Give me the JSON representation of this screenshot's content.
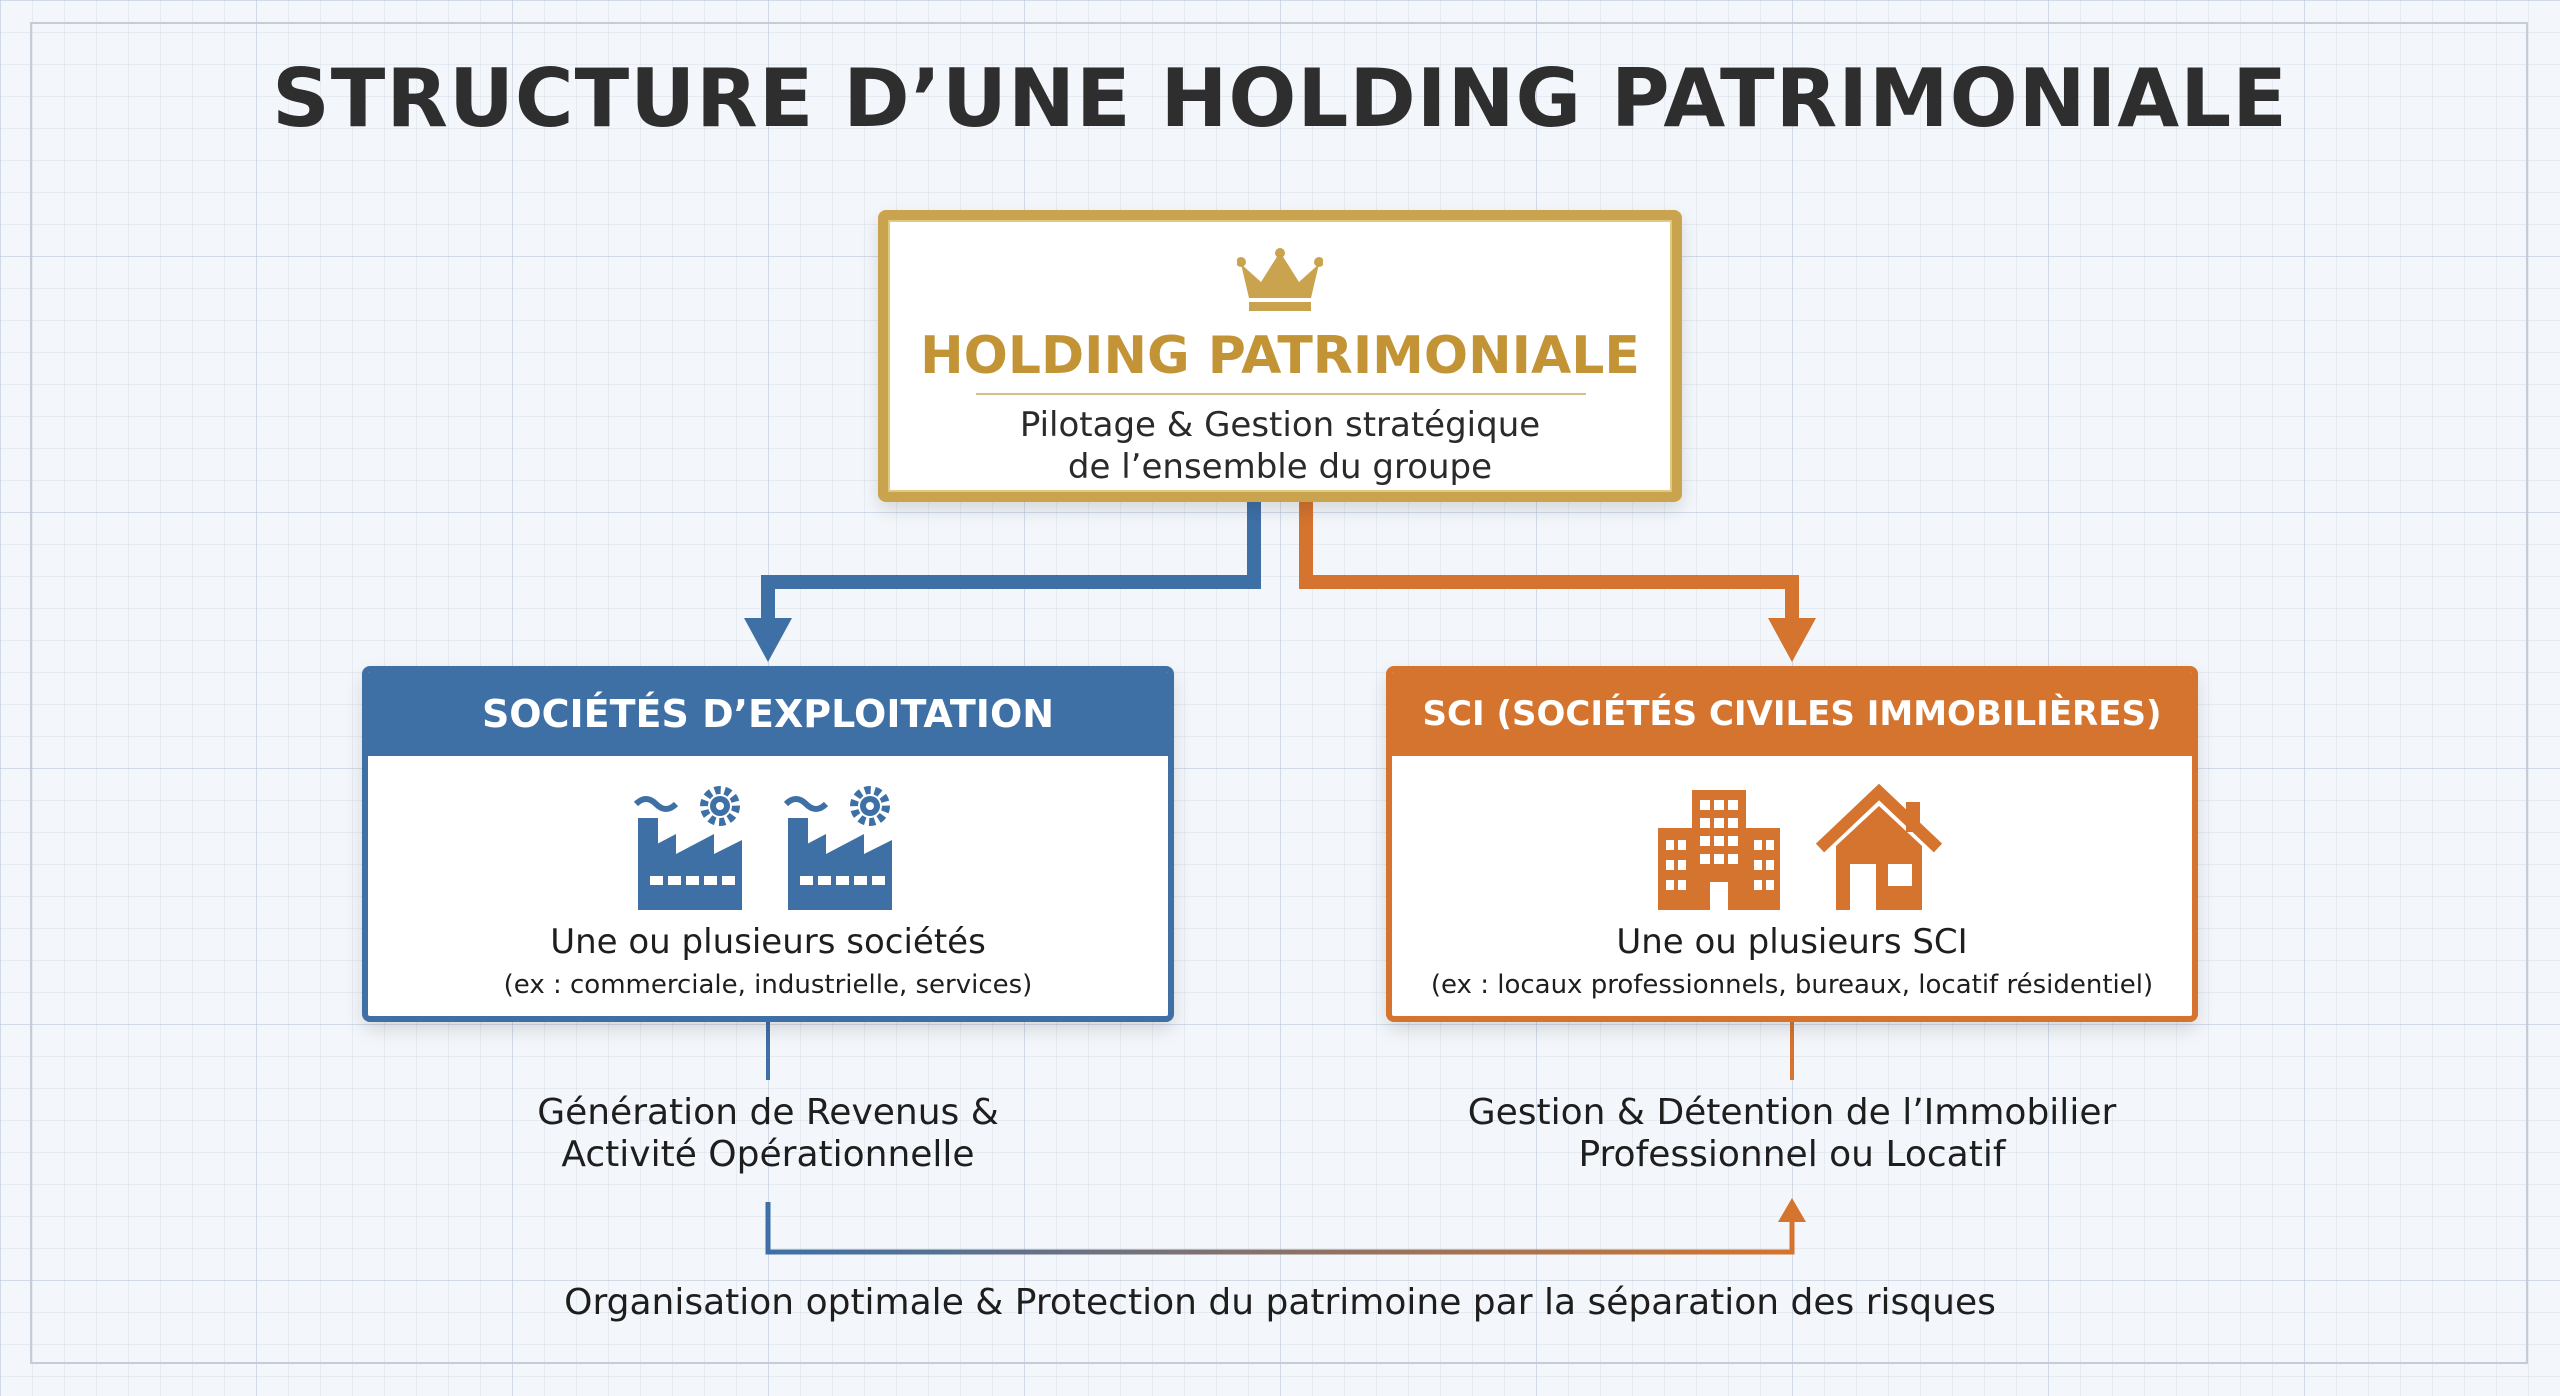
{
  "title": "STRUCTURE D’UNE HOLDING PATRIMONIALE",
  "holding": {
    "title": "HOLDING PATRIMONIALE",
    "line1": "Pilotage & Gestion stratégique",
    "line2": "de l’ensemble du groupe",
    "icon": "crown-icon"
  },
  "left_box": {
    "header": "SOCIÉTÉS D’EXPLOITATION",
    "main": "Une ou plusieurs sociétés",
    "note": "(ex : commerciale, industrielle, services)",
    "icons": [
      "factory-gear-icon",
      "factory-gear-icon"
    ],
    "caption_line1": "Génération de Revenus &",
    "caption_line2": "Activité Opérationnelle"
  },
  "right_box": {
    "header": "SCI (SOCIÉTÉS CIVILES IMMOBILIÈRES)",
    "main": "Une ou plusieurs SCI",
    "note": "(ex : locaux professionnels, bureaux, locatif résidentiel)",
    "icons": [
      "office-building-icon",
      "house-icon"
    ],
    "caption_line1": "Gestion & Détention de l’Immobilier",
    "caption_line2": "Professionnel ou Locatif"
  },
  "footer": "Organisation optimale & Protection du patrimoine par la séparation des risques",
  "colors": {
    "gold": "#c9a34e",
    "blue": "#3e70a6",
    "orange": "#d4742e",
    "text": "#2e2e2e"
  }
}
